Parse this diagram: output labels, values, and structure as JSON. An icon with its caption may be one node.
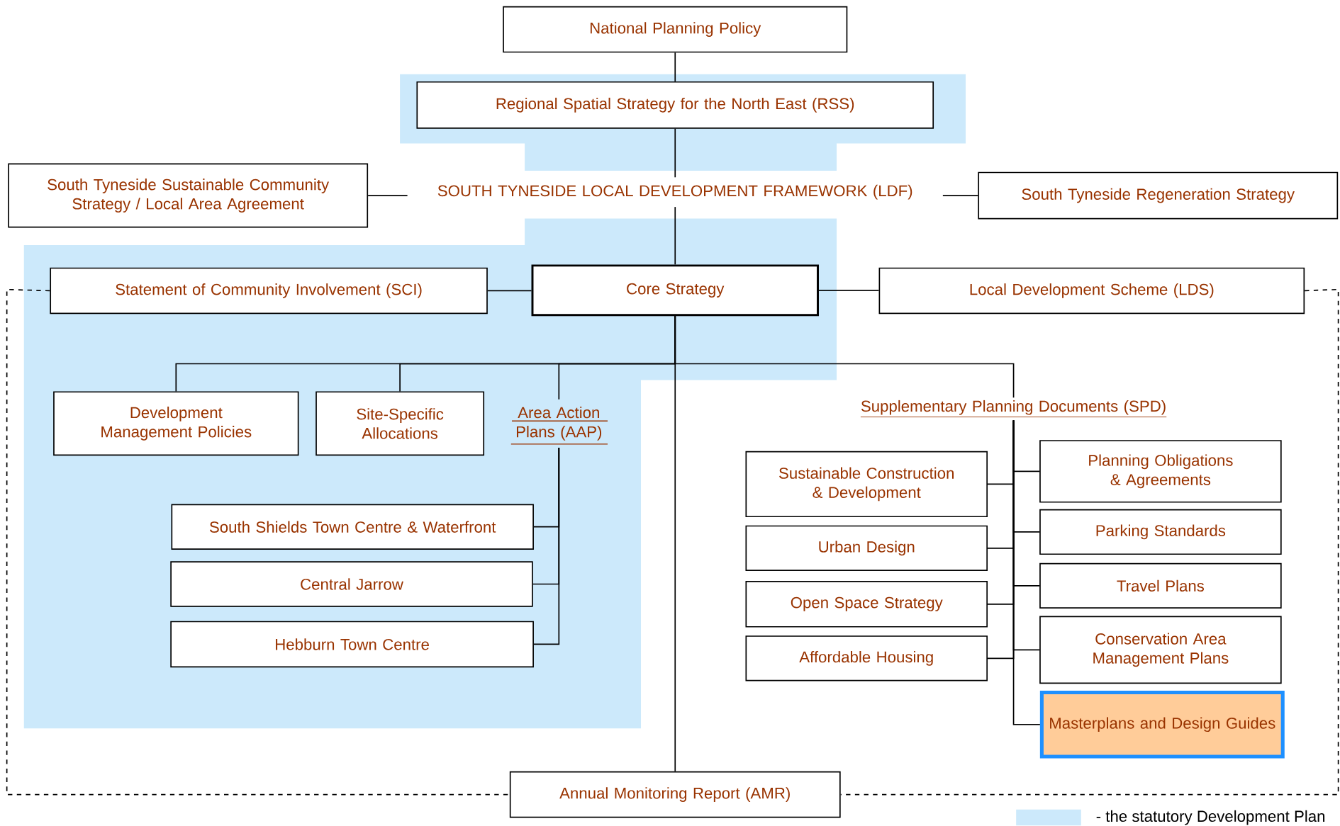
{
  "diagram": {
    "nodes": [
      {
        "text": [
          "National Planning Policy"
        ]
      },
      {
        "text": [
          "Regional Spatial Strategy for the North East (RSS)"
        ]
      },
      {
        "text": [
          "SOUTH TYNESIDE LOCAL DEVELOPMENT FRAMEWORK (LDF)"
        ]
      },
      {
        "text": [
          "South Tyneside Sustainable Community Strategy / Local Area Agreement"
        ]
      },
      {
        "text": [
          "South Tyneside Regeneration Strategy"
        ]
      },
      {
        "text": [
          "Statement of Community Involvement (SCI)"
        ]
      },
      {
        "text": [
          "Core Strategy"
        ]
      },
      {
        "text": [
          "Local Development Scheme (LDS)"
        ]
      },
      {
        "text": [
          "Development Management Policies"
        ]
      },
      {
        "text": [
          "Site-Specific Allocations"
        ]
      },
      {
        "text": [
          "Area Action Plans (AAP)"
        ]
      },
      {
        "text": [
          "South Shields Town Centre & Waterfront"
        ]
      },
      {
        "text": [
          "Central Jarrow"
        ]
      },
      {
        "text": [
          "Hebburn Town Centre"
        ]
      },
      {
        "text": [
          "Supplementary Planning Documents (SPD)"
        ]
      },
      {
        "text": [
          "Sustainable Construction & Development"
        ]
      },
      {
        "text": [
          "Urban Design"
        ]
      },
      {
        "text": [
          "Open Space Strategy"
        ]
      },
      {
        "text": [
          "Affordable Housing"
        ]
      },
      {
        "text": [
          "Planning Obligations & Agreements"
        ]
      },
      {
        "text": [
          "Parking Standards"
        ]
      },
      {
        "text": [
          "Travel Plans"
        ]
      },
      {
        "text": [
          "Conservation Area Management Plans"
        ]
      },
      {
        "text": [
          "Masterplans and Design Guides"
        ]
      },
      {
        "text": [
          "Annual Monitoring Report (AMR)"
        ]
      }
    ],
    "edges": [
      {
        "from": 0,
        "to": 1,
        "arrow": "none"
      },
      {
        "from": 1,
        "to": 2,
        "arrow": "none"
      },
      {
        "from": 3,
        "to": 2,
        "arrow": "none"
      },
      {
        "from": 2,
        "to": 4,
        "arrow": "none"
      },
      {
        "from": 2,
        "to": 6,
        "arrow": "none"
      },
      {
        "from": 5,
        "to": 6,
        "arrow": "none"
      },
      {
        "from": 6,
        "to": 7,
        "arrow": "none"
      },
      {
        "from": 6,
        "to": 8,
        "arrow": "none"
      },
      {
        "from": 6,
        "to": 9,
        "arrow": "none"
      },
      {
        "from": 6,
        "to": 10,
        "arrow": "none"
      },
      {
        "from": 6,
        "to": 14,
        "arrow": "none"
      },
      {
        "from": 6,
        "to": 24,
        "arrow": "none"
      },
      {
        "from": 10,
        "to": 11,
        "arrow": "none"
      },
      {
        "from": 10,
        "to": 12,
        "arrow": "none"
      },
      {
        "from": 10,
        "to": 13,
        "arrow": "none"
      },
      {
        "from": 14,
        "to": 15,
        "arrow": "none"
      },
      {
        "from": 14,
        "to": 16,
        "arrow": "none"
      },
      {
        "from": 14,
        "to": 17,
        "arrow": "none"
      },
      {
        "from": 14,
        "to": 18,
        "arrow": "none"
      },
      {
        "from": 14,
        "to": 19,
        "arrow": "none"
      },
      {
        "from": 14,
        "to": 20,
        "arrow": "none"
      },
      {
        "from": 14,
        "to": 21,
        "arrow": "none"
      },
      {
        "from": 14,
        "to": 22,
        "arrow": "none"
      },
      {
        "from": 14,
        "to": 23,
        "arrow": "none"
      },
      {
        "from": 5,
        "to": 24,
        "arrow": "none",
        "style": "dashed"
      },
      {
        "from": 7,
        "to": 24,
        "arrow": "none",
        "style": "dashed"
      }
    ],
    "legend": [
      {
        "text": "- the statutory Development Plan",
        "color": "#cce9fb"
      }
    ]
  }
}
